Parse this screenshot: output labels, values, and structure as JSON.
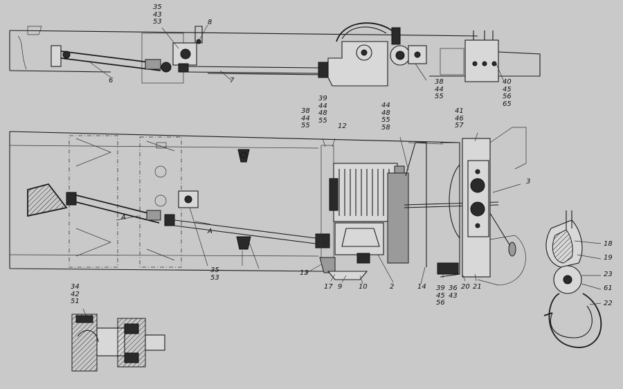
{
  "callouts": [
    {
      "id": "c-35-43-53",
      "lines": [
        "35",
        "43",
        "53"
      ]
    },
    {
      "id": "c-8",
      "lines": [
        "8"
      ]
    },
    {
      "id": "c-6",
      "lines": [
        "6"
      ]
    },
    {
      "id": "c-7",
      "lines": [
        "7"
      ]
    },
    {
      "id": "c-38-44-55-top",
      "lines": [
        "38",
        "44",
        "55"
      ]
    },
    {
      "id": "c-40-45-56-65",
      "lines": [
        "40",
        "45",
        "56",
        "65"
      ]
    },
    {
      "id": "c-38-44-55-left",
      "lines": [
        "38",
        "44",
        "55"
      ]
    },
    {
      "id": "c-39-44-48-55",
      "lines": [
        "39",
        "44",
        "48",
        "55"
      ]
    },
    {
      "id": "c-12",
      "lines": [
        "12"
      ]
    },
    {
      "id": "c-44-48-55-58",
      "lines": [
        "44",
        "48",
        "55",
        "58"
      ]
    },
    {
      "id": "c-41-46-57",
      "lines": [
        "41",
        "46",
        "57"
      ]
    },
    {
      "id": "c-3",
      "lines": [
        "3"
      ]
    },
    {
      "id": "c-A-left",
      "lines": [
        "A"
      ]
    },
    {
      "id": "c-A-right",
      "lines": [
        "A"
      ]
    },
    {
      "id": "c-35-53",
      "lines": [
        "35",
        "53"
      ]
    },
    {
      "id": "c-13",
      "lines": [
        "13"
      ]
    },
    {
      "id": "c-17",
      "lines": [
        "17"
      ]
    },
    {
      "id": "c-9",
      "lines": [
        "9"
      ]
    },
    {
      "id": "c-10",
      "lines": [
        "10"
      ]
    },
    {
      "id": "c-2",
      "lines": [
        "2"
      ]
    },
    {
      "id": "c-14",
      "lines": [
        "14"
      ]
    },
    {
      "id": "c-39-45-56",
      "lines": [
        "39",
        "45",
        "56"
      ]
    },
    {
      "id": "c-36-43",
      "lines": [
        "36",
        "43"
      ]
    },
    {
      "id": "c-20",
      "lines": [
        "20"
      ]
    },
    {
      "id": "c-21",
      "lines": [
        "21"
      ]
    },
    {
      "id": "c-18",
      "lines": [
        "18"
      ]
    },
    {
      "id": "c-19",
      "lines": [
        "19"
      ]
    },
    {
      "id": "c-23",
      "lines": [
        "23"
      ]
    },
    {
      "id": "c-61",
      "lines": [
        "61"
      ]
    },
    {
      "id": "c-22",
      "lines": [
        "22"
      ]
    },
    {
      "id": "c-34-42-51",
      "lines": [
        "34",
        "42",
        "51"
      ]
    }
  ],
  "colors": {
    "background": "#c9c9c9",
    "ink": "#1a1a1a"
  }
}
